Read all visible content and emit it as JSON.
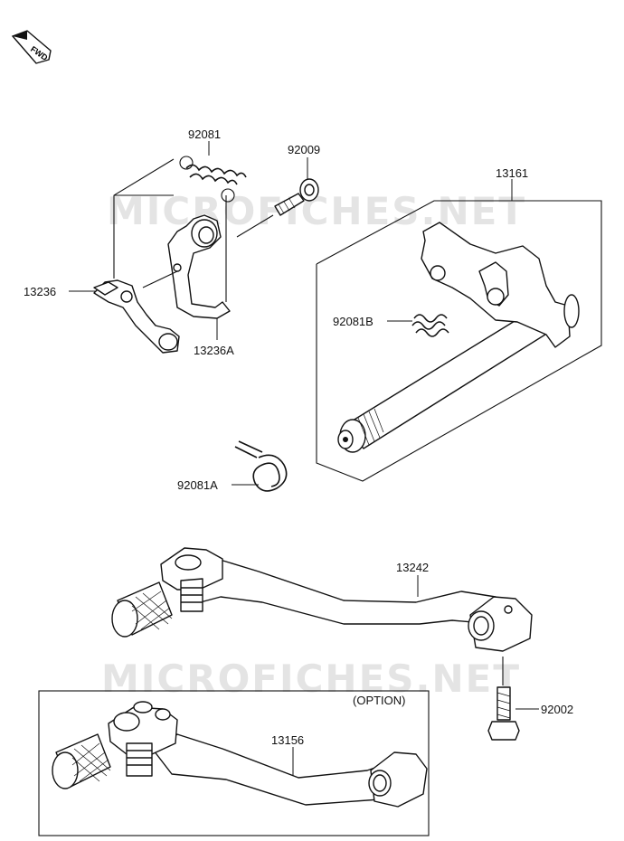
{
  "watermark": "MICROFICHES.NET",
  "fwd_label": "FWD",
  "option_label": "(OPTION)",
  "parts": {
    "p92081": "92081",
    "p92009": "92009",
    "p13161": "13161",
    "p13236": "13236",
    "p13236A": "13236A",
    "p92081B": "92081B",
    "p92081A": "92081A",
    "p13242": "13242",
    "p92002": "92002",
    "p13156": "13156"
  }
}
